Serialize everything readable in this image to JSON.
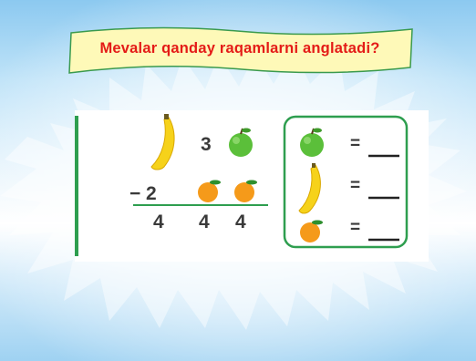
{
  "title": "Mevalar qanday raqamlarni anglatadi?",
  "puzzle": {
    "top_digit": "3",
    "minus": "−",
    "middle_digit": "2",
    "result_digits": [
      "4",
      "4",
      "4"
    ],
    "equals": [
      "=",
      "=",
      "="
    ]
  },
  "colors": {
    "title_red": "#e41b17",
    "banner_fill": "#fef9b8",
    "accent_green": "#2e9e4f"
  },
  "icons": [
    "banana-icon",
    "green-apple-icon",
    "orange-icon"
  ]
}
